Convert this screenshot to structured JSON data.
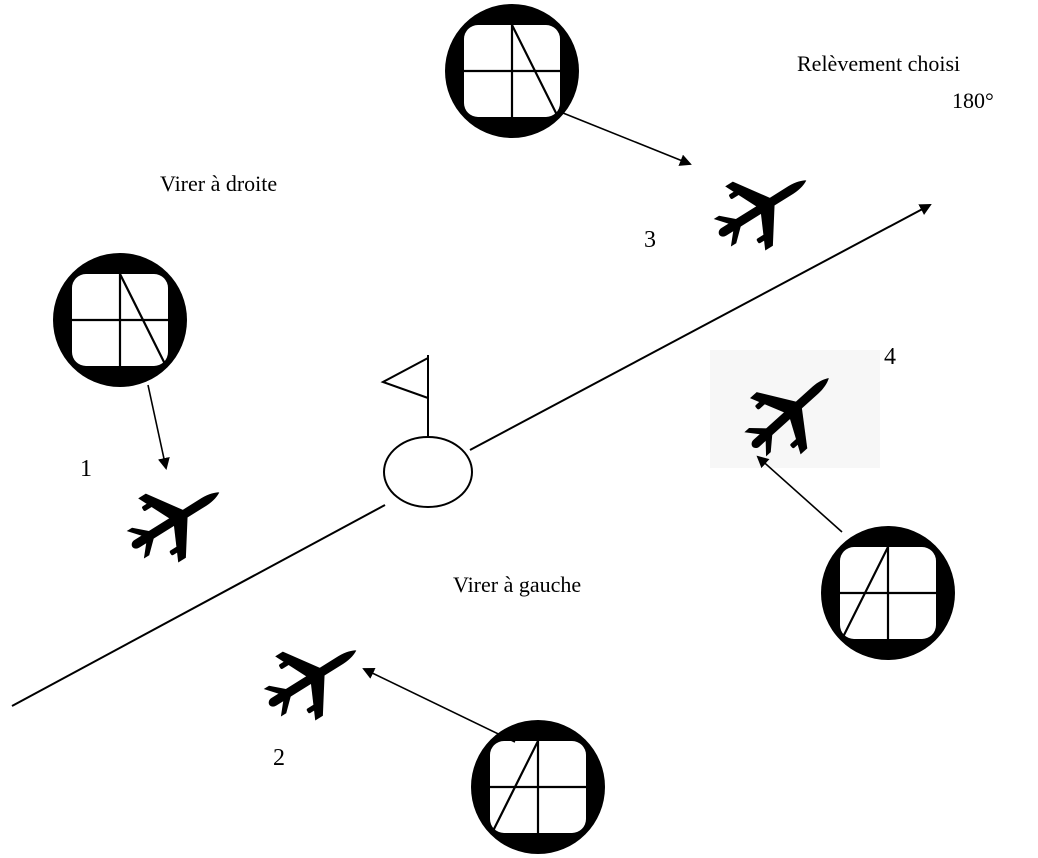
{
  "labels": {
    "bearing_title": "Relèvement choisi",
    "bearing_value": "180°",
    "turn_right": "Virer à droite",
    "turn_left": "Virer à  gauche"
  },
  "aircraft": [
    {
      "number": "1",
      "gauge": "needle-right"
    },
    {
      "number": "2",
      "gauge": "needle-left"
    },
    {
      "number": "3",
      "gauge": "needle-right"
    },
    {
      "number": "4",
      "gauge": "needle-left"
    }
  ],
  "colors": {
    "ink": "#000000",
    "background": "#ffffff"
  }
}
